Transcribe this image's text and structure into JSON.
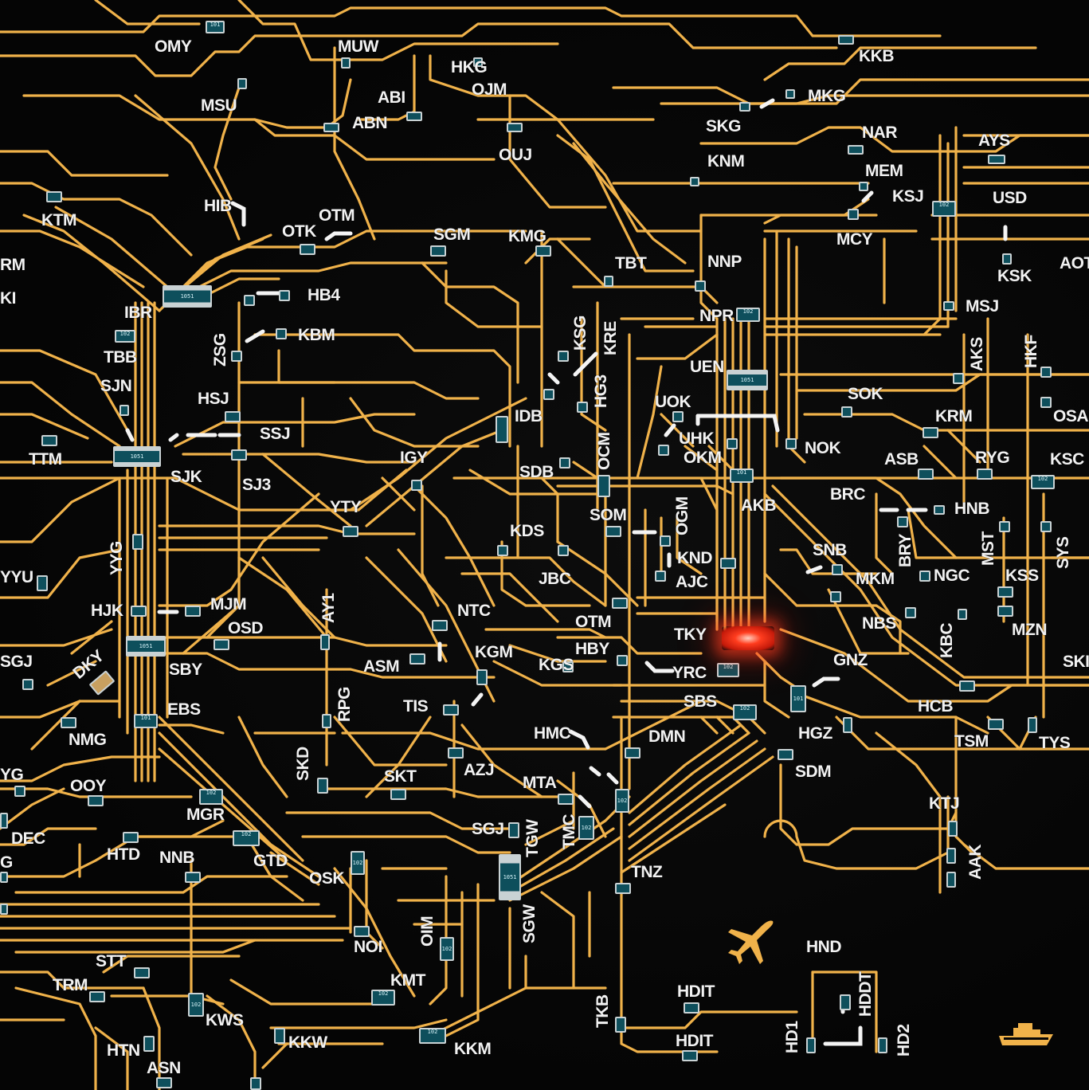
{
  "map": {
    "stations": [
      {
        "id": "OMY",
        "label": "OMY"
      },
      {
        "id": "MUW",
        "label": "MUW"
      },
      {
        "id": "HKG",
        "label": "HKG"
      },
      {
        "id": "KKB",
        "label": "KKB"
      },
      {
        "id": "OJM",
        "label": "OJM"
      },
      {
        "id": "ABI",
        "label": "ABI"
      },
      {
        "id": "MKG",
        "label": "MKG"
      },
      {
        "id": "MSU",
        "label": "MSU"
      },
      {
        "id": "ABN",
        "label": "ABN"
      },
      {
        "id": "SKG",
        "label": "SKG"
      },
      {
        "id": "NAR",
        "label": "NAR"
      },
      {
        "id": "OUJ",
        "label": "OUJ"
      },
      {
        "id": "AYS",
        "label": "AYS"
      },
      {
        "id": "KNM",
        "label": "KNM"
      },
      {
        "id": "MEM",
        "label": "MEM"
      },
      {
        "id": "HIB",
        "label": "HIB"
      },
      {
        "id": "OTM1",
        "label": "OTM"
      },
      {
        "id": "KSJ",
        "label": "KSJ"
      },
      {
        "id": "USD",
        "label": "USD"
      },
      {
        "id": "KTM",
        "label": "KTM"
      },
      {
        "id": "OTK",
        "label": "OTK"
      },
      {
        "id": "SGM",
        "label": "SGM"
      },
      {
        "id": "KMG",
        "label": "KMG"
      },
      {
        "id": "MCY",
        "label": "MCY"
      },
      {
        "id": "RM",
        "label": "RM"
      },
      {
        "id": "TBT",
        "label": "TBT"
      },
      {
        "id": "NNP",
        "label": "NNP"
      },
      {
        "id": "KSK",
        "label": "KSK"
      },
      {
        "id": "AOT",
        "label": "AOT"
      },
      {
        "id": "HB4",
        "label": "HB4"
      },
      {
        "id": "KI",
        "label": "KI"
      },
      {
        "id": "NPR",
        "label": "NPR"
      },
      {
        "id": "MSJ",
        "label": "MSJ"
      },
      {
        "id": "IBR",
        "label": "IBR"
      },
      {
        "id": "KBM",
        "label": "KBM"
      },
      {
        "id": "TBB",
        "label": "TBB"
      },
      {
        "id": "ZSG",
        "label": "ZSG"
      },
      {
        "id": "KSG",
        "label": "KSG"
      },
      {
        "id": "KRE",
        "label": "KRE"
      },
      {
        "id": "UEN",
        "label": "UEN"
      },
      {
        "id": "AKS",
        "label": "AKS"
      },
      {
        "id": "HKF",
        "label": "HKF"
      },
      {
        "id": "SJN",
        "label": "SJN"
      },
      {
        "id": "HG3",
        "label": "HG3"
      },
      {
        "id": "HSJ",
        "label": "HSJ"
      },
      {
        "id": "SOK",
        "label": "SOK"
      },
      {
        "id": "UOK",
        "label": "UOK"
      },
      {
        "id": "IDB",
        "label": "IDB"
      },
      {
        "id": "KRM",
        "label": "KRM"
      },
      {
        "id": "OSA",
        "label": "OSA"
      },
      {
        "id": "SSJ",
        "label": "SSJ"
      },
      {
        "id": "UHK",
        "label": "UHK"
      },
      {
        "id": "OCM",
        "label": "OCM"
      },
      {
        "id": "NOK",
        "label": "NOK"
      },
      {
        "id": "TTM",
        "label": "TTM"
      },
      {
        "id": "IGY",
        "label": "IGY"
      },
      {
        "id": "OKM",
        "label": "OKM"
      },
      {
        "id": "ASB",
        "label": "ASB"
      },
      {
        "id": "RYG",
        "label": "RYG"
      },
      {
        "id": "KSC",
        "label": "KSC"
      },
      {
        "id": "SJK",
        "label": "SJK"
      },
      {
        "id": "SDB",
        "label": "SDB"
      },
      {
        "id": "SJ3",
        "label": "SJ3"
      },
      {
        "id": "BRC",
        "label": "BRC"
      },
      {
        "id": "YTY",
        "label": "YTY"
      },
      {
        "id": "AKB",
        "label": "AKB"
      },
      {
        "id": "HNB",
        "label": "HNB"
      },
      {
        "id": "SOM",
        "label": "SOM"
      },
      {
        "id": "OGM",
        "label": "OGM"
      },
      {
        "id": "KDS",
        "label": "KDS"
      },
      {
        "id": "SNB",
        "label": "SNB"
      },
      {
        "id": "BRY",
        "label": "BRY"
      },
      {
        "id": "MST",
        "label": "MST"
      },
      {
        "id": "SYS",
        "label": "SYS"
      },
      {
        "id": "YYG",
        "label": "YYG"
      },
      {
        "id": "KND",
        "label": "KND"
      },
      {
        "id": "JBC",
        "label": "JBC"
      },
      {
        "id": "AJC",
        "label": "AJC"
      },
      {
        "id": "MKM",
        "label": "MKM"
      },
      {
        "id": "NGC",
        "label": "NGC"
      },
      {
        "id": "KSS",
        "label": "KSS"
      },
      {
        "id": "YYU",
        "label": "YYU"
      },
      {
        "id": "HJK",
        "label": "HJK"
      },
      {
        "id": "MJM",
        "label": "MJM"
      },
      {
        "id": "AY1",
        "label": "AY1"
      },
      {
        "id": "NTC",
        "label": "NTC"
      },
      {
        "id": "OTM2",
        "label": "OTM"
      },
      {
        "id": "NBS",
        "label": "NBS"
      },
      {
        "id": "OSD",
        "label": "OSD"
      },
      {
        "id": "TKY",
        "label": "TKY"
      },
      {
        "id": "KBC",
        "label": "KBC"
      },
      {
        "id": "MZN",
        "label": "MZN"
      },
      {
        "id": "SGJ1",
        "label": "SGJ"
      },
      {
        "id": "KGM",
        "label": "KGM"
      },
      {
        "id": "HBY",
        "label": "HBY"
      },
      {
        "id": "ASM",
        "label": "ASM"
      },
      {
        "id": "KGS",
        "label": "KGS"
      },
      {
        "id": "GNZ",
        "label": "GNZ"
      },
      {
        "id": "SKI",
        "label": "SKI"
      },
      {
        "id": "DKY",
        "label": "DKY"
      },
      {
        "id": "SBY",
        "label": "SBY"
      },
      {
        "id": "YRC",
        "label": "YRC"
      },
      {
        "id": "RPG",
        "label": "RPG"
      },
      {
        "id": "TIS",
        "label": "TIS"
      },
      {
        "id": "SBS",
        "label": "SBS"
      },
      {
        "id": "HCB",
        "label": "HCB"
      },
      {
        "id": "EBS",
        "label": "EBS"
      },
      {
        "id": "NMG",
        "label": "NMG"
      },
      {
        "id": "HMC",
        "label": "HMC"
      },
      {
        "id": "DMN",
        "label": "DMN"
      },
      {
        "id": "HGZ",
        "label": "HGZ"
      },
      {
        "id": "TSM",
        "label": "TSM"
      },
      {
        "id": "TYS",
        "label": "TYS"
      },
      {
        "id": "YG",
        "label": "YG"
      },
      {
        "id": "SKD",
        "label": "SKD"
      },
      {
        "id": "SKT",
        "label": "SKT"
      },
      {
        "id": "AZJ",
        "label": "AZJ"
      },
      {
        "id": "SDM",
        "label": "SDM"
      },
      {
        "id": "OOY",
        "label": "OOY"
      },
      {
        "id": "MTA",
        "label": "MTA"
      },
      {
        "id": "MGR",
        "label": "MGR"
      },
      {
        "id": "KTJ",
        "label": "KTJ"
      },
      {
        "id": "DEC",
        "label": "DEC"
      },
      {
        "id": "SGJ2",
        "label": "SGJ"
      },
      {
        "id": "TGW",
        "label": "TGW"
      },
      {
        "id": "TMC",
        "label": "TMC"
      },
      {
        "id": "HTD",
        "label": "HTD"
      },
      {
        "id": "NNB",
        "label": "NNB"
      },
      {
        "id": "GTD",
        "label": "GTD"
      },
      {
        "id": "AAK",
        "label": "AAK"
      },
      {
        "id": "G",
        "label": "G"
      },
      {
        "id": "OSK",
        "label": "OSK"
      },
      {
        "id": "TNZ",
        "label": "TNZ"
      },
      {
        "id": "OIM",
        "label": "OIM"
      },
      {
        "id": "SGW",
        "label": "SGW"
      },
      {
        "id": "NOI",
        "label": "NOI"
      },
      {
        "id": "HND",
        "label": "HND"
      },
      {
        "id": "STT",
        "label": "STT"
      },
      {
        "id": "KMT",
        "label": "KMT"
      },
      {
        "id": "TRM",
        "label": "TRM"
      },
      {
        "id": "HDIT1",
        "label": "HDIT"
      },
      {
        "id": "HDDT",
        "label": "HDDT"
      },
      {
        "id": "KWS",
        "label": "KWS"
      },
      {
        "id": "TKB",
        "label": "TKB"
      },
      {
        "id": "HTN",
        "label": "HTN"
      },
      {
        "id": "KKW",
        "label": "KKW"
      },
      {
        "id": "HDIT2",
        "label": "HDIT"
      },
      {
        "id": "HD1",
        "label": "HD1"
      },
      {
        "id": "HD2",
        "label": "HD2"
      },
      {
        "id": "KKM",
        "label": "KKM"
      },
      {
        "id": "ASN",
        "label": "ASN"
      }
    ],
    "chip_codes": [
      "1051",
      "102",
      "101"
    ],
    "active_station": "TKY",
    "colors": {
      "background": "#050505",
      "trace": "#f0b24a",
      "label": "#f2f2f2",
      "chip": "#0e4f5c",
      "chip_border": "#c9d2d4",
      "led": "#ff3c1e",
      "pad_white": "#f4f4f4"
    },
    "icons": [
      "plane-icon",
      "ship-icon"
    ]
  }
}
